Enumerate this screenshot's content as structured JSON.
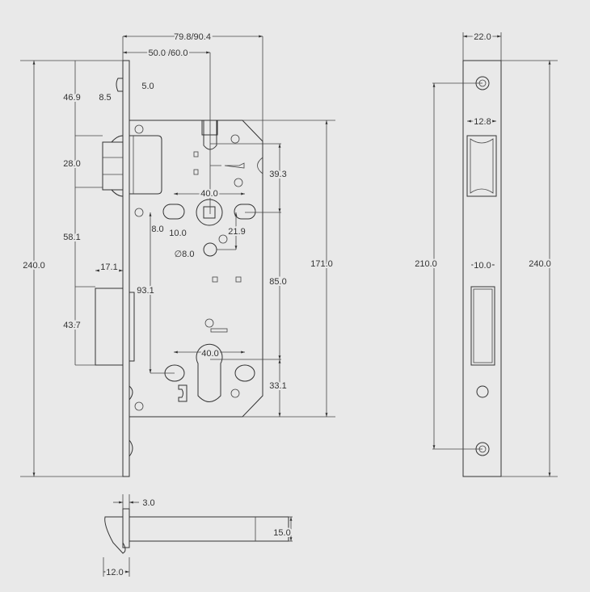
{
  "drawing": {
    "side_view": {
      "overall_width": "79.8/90.4",
      "backset": "50.0 /60.0",
      "height": "240.0",
      "top_to_latch": "46.9",
      "latch_height": "28.0",
      "latch_to_bolt": "58.1",
      "bolt_height": "43.7",
      "bolt_throw": "17.1",
      "stud_width": "8.5",
      "stud_height": "5.0",
      "body_height": "171.0",
      "top_to_handle": "39.3",
      "handle_to_cylinder": "85.0",
      "cylinder_to_bottom": "33.1",
      "handle_hole_spacing": "40.0",
      "cylinder_hole_spacing": "40.0",
      "hole_height": "8.0",
      "hole_width": "10.0",
      "hole_offset": "21.9",
      "hole_diameter": "∅8.0",
      "hole_span": "93.1"
    },
    "faceplate": {
      "width": "22.0",
      "latch_slot_width": "12.8",
      "bolt_slot_width": "10.0",
      "screw_spacing": "210.0",
      "height": "240.0"
    },
    "latch": {
      "thickness": "3.0",
      "height": "15.0",
      "length": "12.0"
    }
  }
}
